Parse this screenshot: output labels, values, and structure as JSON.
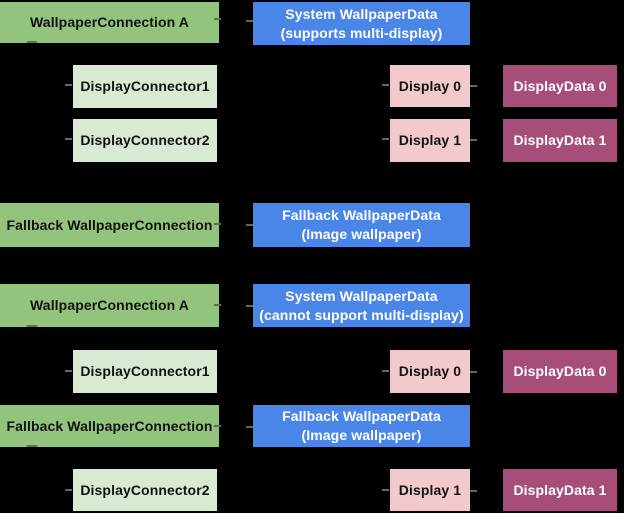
{
  "palette": {
    "green": "#93c47d",
    "pale_green": "#d9ead3",
    "blue": "#4a86e8",
    "pink": "#f2c9cc",
    "magenta": "#a64d79",
    "text_dark": "#111111",
    "text_light": "#ffffff",
    "stub": "#666666",
    "background": "#000000"
  },
  "boxes": [
    {
      "label": "WallpaperConnection A"
    },
    {
      "label": "System WallpaperData\n(supports multi-display)"
    },
    {
      "label": "DisplayConnector1"
    },
    {
      "label": "Display 0"
    },
    {
      "label": "DisplayData 0"
    },
    {
      "label": "DisplayConnector2"
    },
    {
      "label": "Display 1"
    },
    {
      "label": "DisplayData 1"
    },
    {
      "label": "Fallback WallpaperConnection"
    },
    {
      "label": "Fallback WallpaperData\n(Image wallpaper)"
    },
    {
      "label": "WallpaperConnection A"
    },
    {
      "label": "System WallpaperData\n(cannot support multi-display)"
    },
    {
      "label": "DisplayConnector1"
    },
    {
      "label": "Display 0"
    },
    {
      "label": "DisplayData 0"
    },
    {
      "label": "Fallback WallpaperConnection"
    },
    {
      "label": "Fallback WallpaperData\n(Image wallpaper)"
    },
    {
      "label": "DisplayConnector2"
    },
    {
      "label": "Display 1"
    },
    {
      "label": "DisplayData 1"
    }
  ]
}
